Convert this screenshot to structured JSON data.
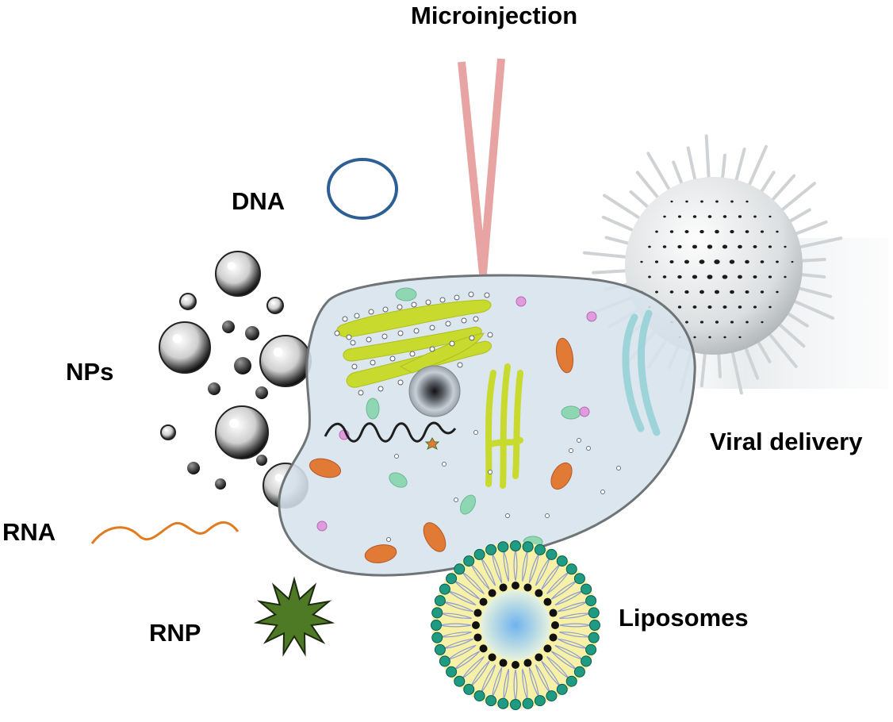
{
  "labels": {
    "microinjection": "Microinjection",
    "dna": "DNA",
    "nps": "NPs",
    "viral_delivery": "Viral delivery",
    "rna": "RNA",
    "rnp": "RNP",
    "liposomes": "Liposomes"
  },
  "colors": {
    "needle": "#e8a3a3",
    "dna_ring": "#2e5e96",
    "rna_strand": "#e07b1f",
    "rnp_star": "#4e7a26",
    "cell_fill": "#d7e3ec",
    "golgi": "#c8da2e",
    "mitochondria": "#e07a35",
    "liposome_head": "#1f9b84",
    "liposome_tail": "#f6f1a6",
    "liposome_core": "#8fc6f0"
  },
  "icons": {
    "microinjection": "micropipette-needle-icon",
    "dna": "plasmid-ring-icon",
    "nps": "nanoparticle-cluster-icon",
    "viral_delivery": "spiked-virus-icon",
    "rna": "rna-strand-icon",
    "rnp": "rnp-star-icon",
    "liposomes": "liposome-icon",
    "cell": "cell-icon"
  }
}
